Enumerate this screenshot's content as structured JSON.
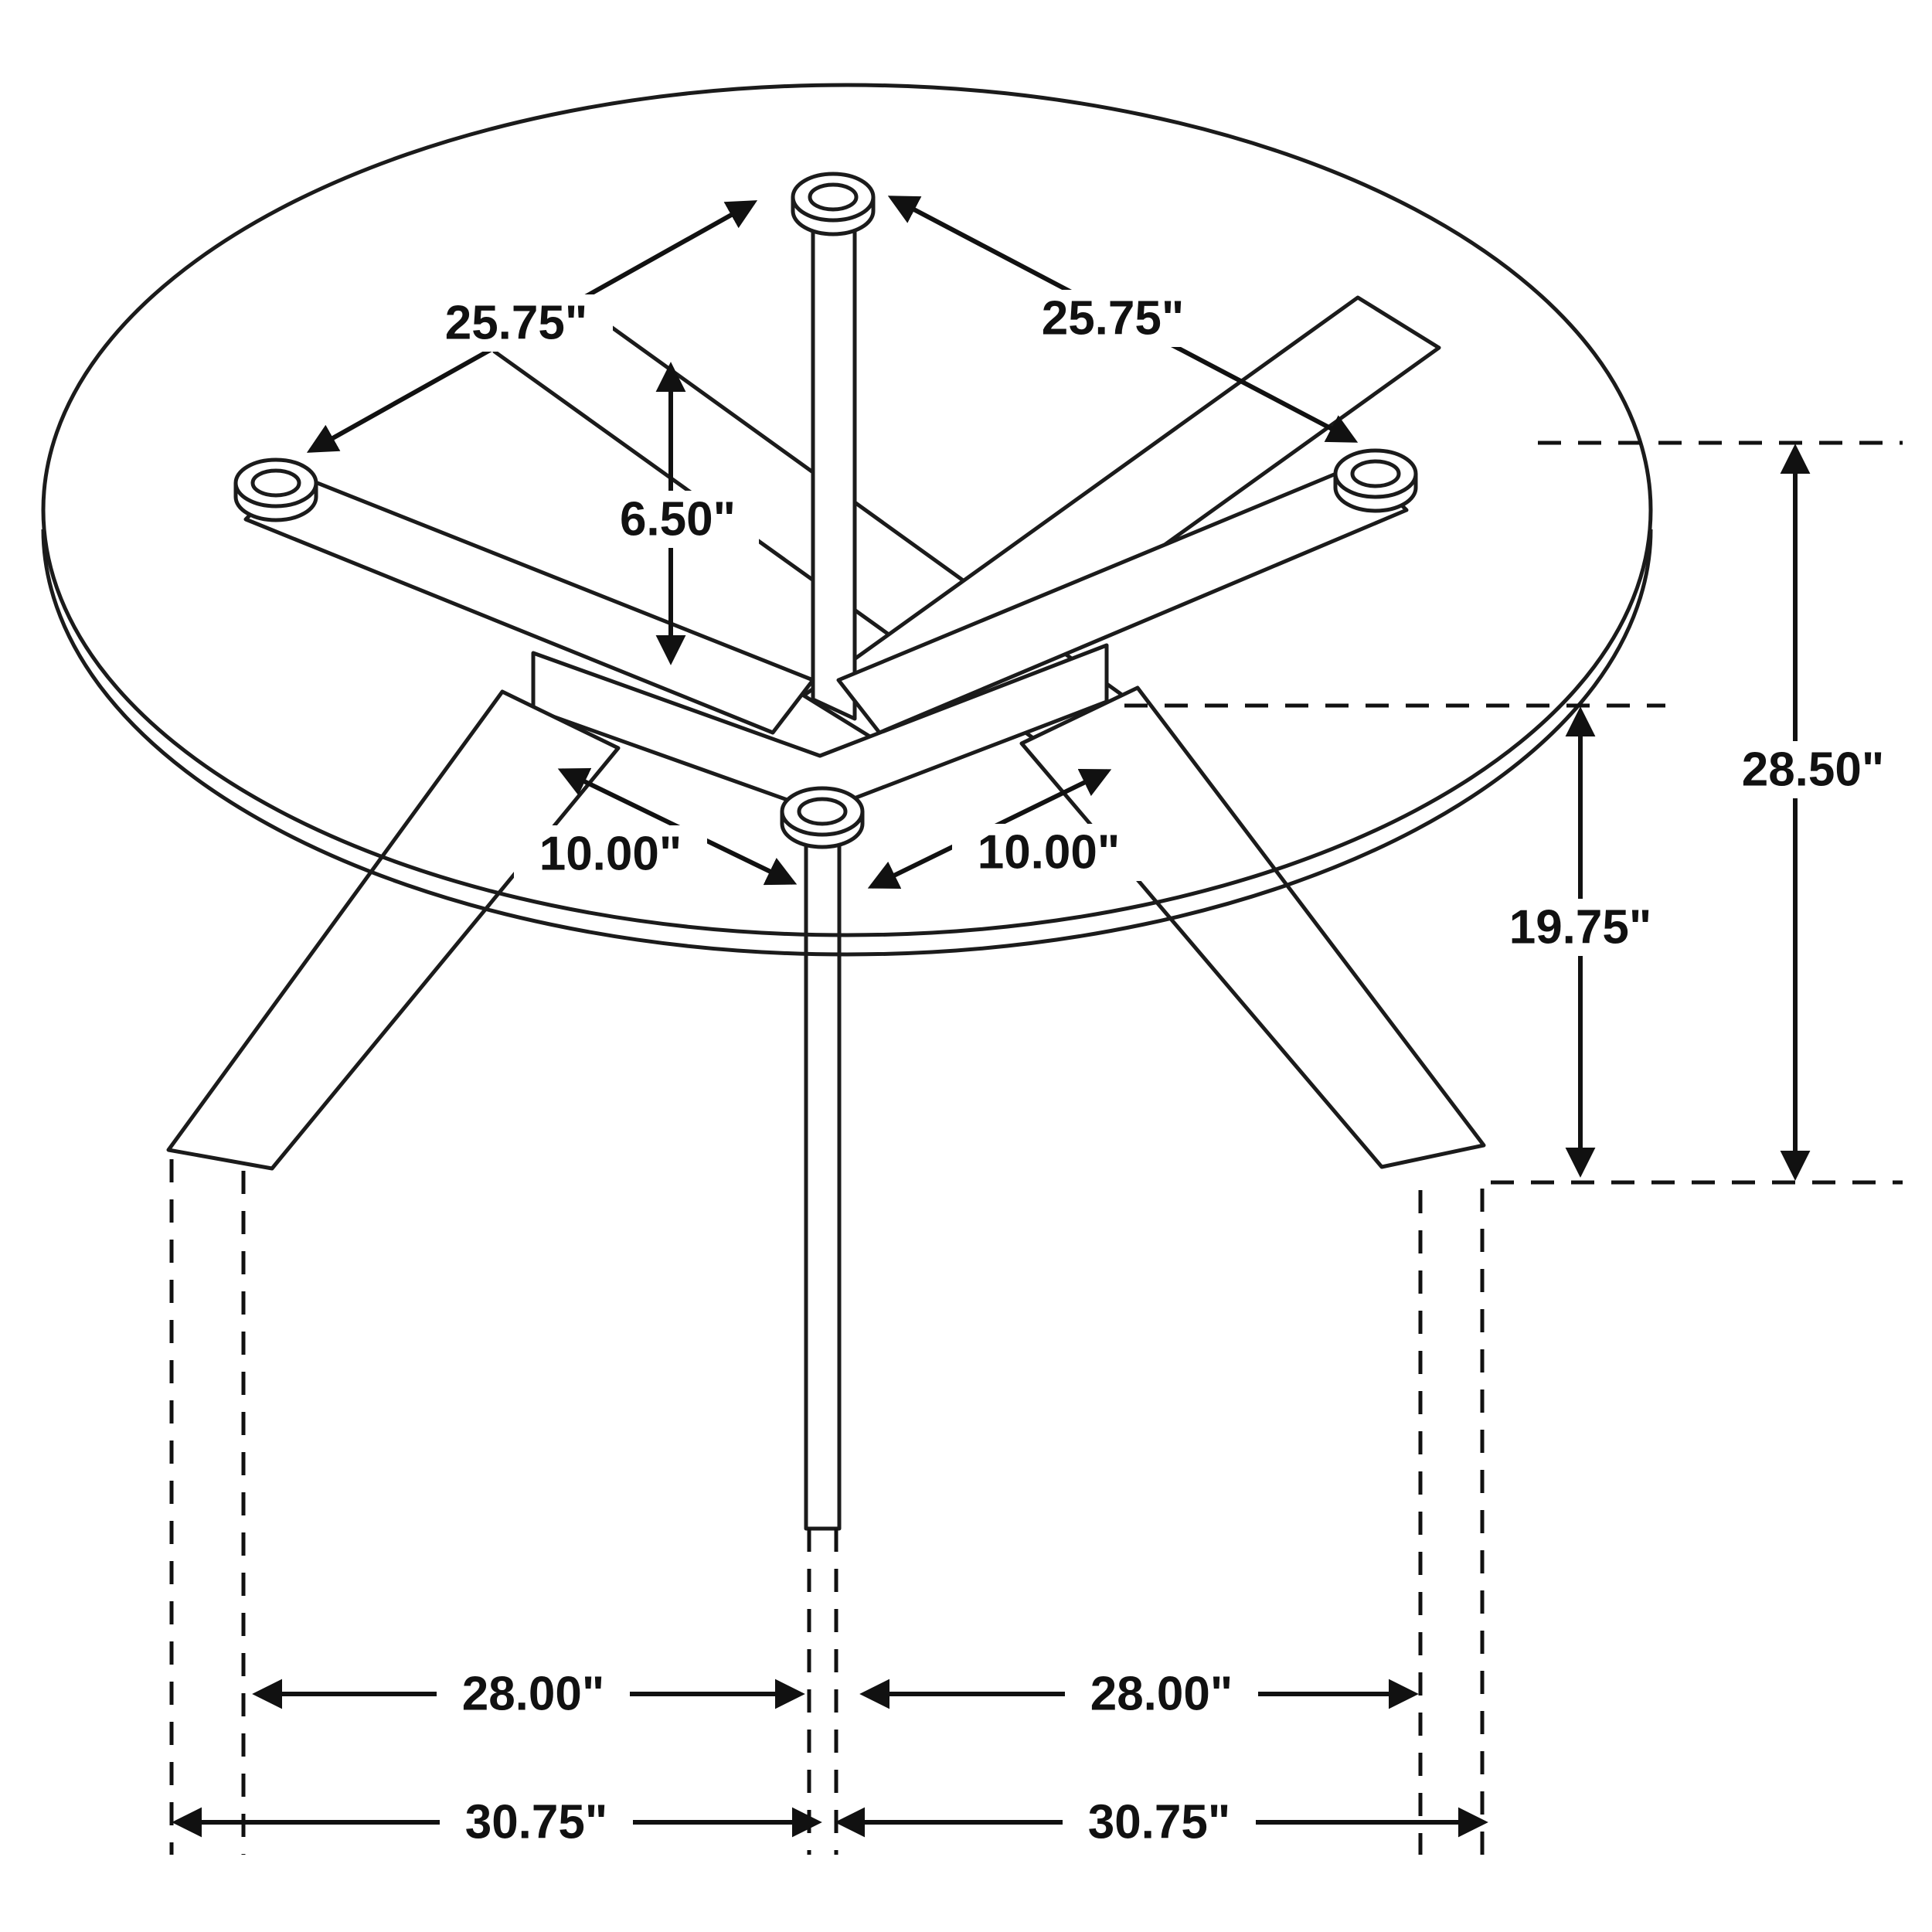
{
  "diagram": {
    "kind": "furniture-dimension-line-drawing",
    "labels": {
      "top_left_diagonal": "25.75\"",
      "top_right_diagonal": "25.75\"",
      "base_drop": "6.50\"",
      "spread_left": "10.00\"",
      "spread_right": "10.00\"",
      "overall_height": "28.50\"",
      "leg_height": "19.75\"",
      "footprint_inner_left": "28.00\"",
      "footprint_inner_right": "28.00\"",
      "footprint_outer_left": "30.75\"",
      "footprint_outer_right": "30.75\""
    },
    "colors": {
      "line": "#1b1b1b",
      "background": "#ffffff"
    }
  }
}
